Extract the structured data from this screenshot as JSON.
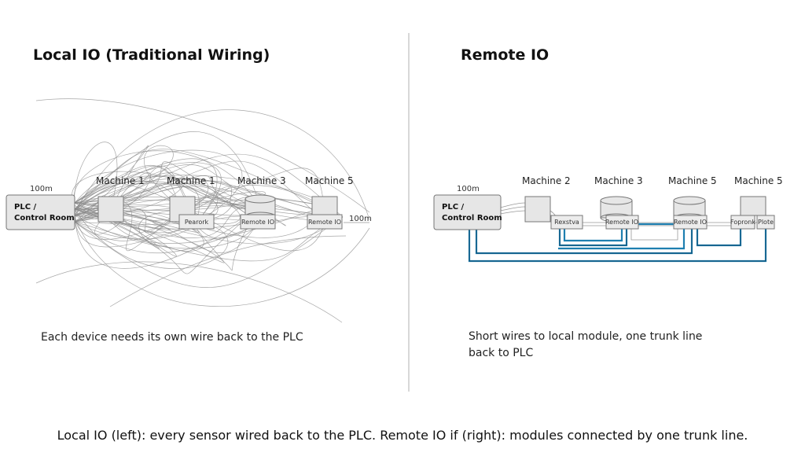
{
  "left_panel": {
    "title": "Local IO (Traditional Wiring)",
    "plc_line1": "PLC /",
    "plc_line2": "Control Room",
    "distance_left": "100m",
    "distance_right": "100m",
    "machines": [
      "Machine 1",
      "Machine 1",
      "Machine 3",
      "Machine 5"
    ],
    "module_labels": [
      "Pearork",
      "Remote IO",
      "Remote IO"
    ],
    "caption": "Each device needs its own wire back to the PLC"
  },
  "right_panel": {
    "title": "Remote IO",
    "plc_line1": "PLC /",
    "plc_line2": "Control Room",
    "distance": "100m",
    "machines": [
      "Machine 2",
      "Machine 3",
      "Machine 5",
      "Machine 5"
    ],
    "module_labels": [
      "Rexstva",
      "Remote IO",
      "Remote IO",
      "Fopronk",
      "Plote"
    ],
    "caption_line1": "Short wires to local module, one trunk line",
    "caption_line2": "back to PLC"
  },
  "footer": "Local IO (left): every sensor wired back to the PLC. Remote IO if (right): modules connected by one trunk line.",
  "colors": {
    "trunk": "#1e7fb0",
    "wire": "#8a8a8a",
    "divider": "#bdbdbd"
  }
}
